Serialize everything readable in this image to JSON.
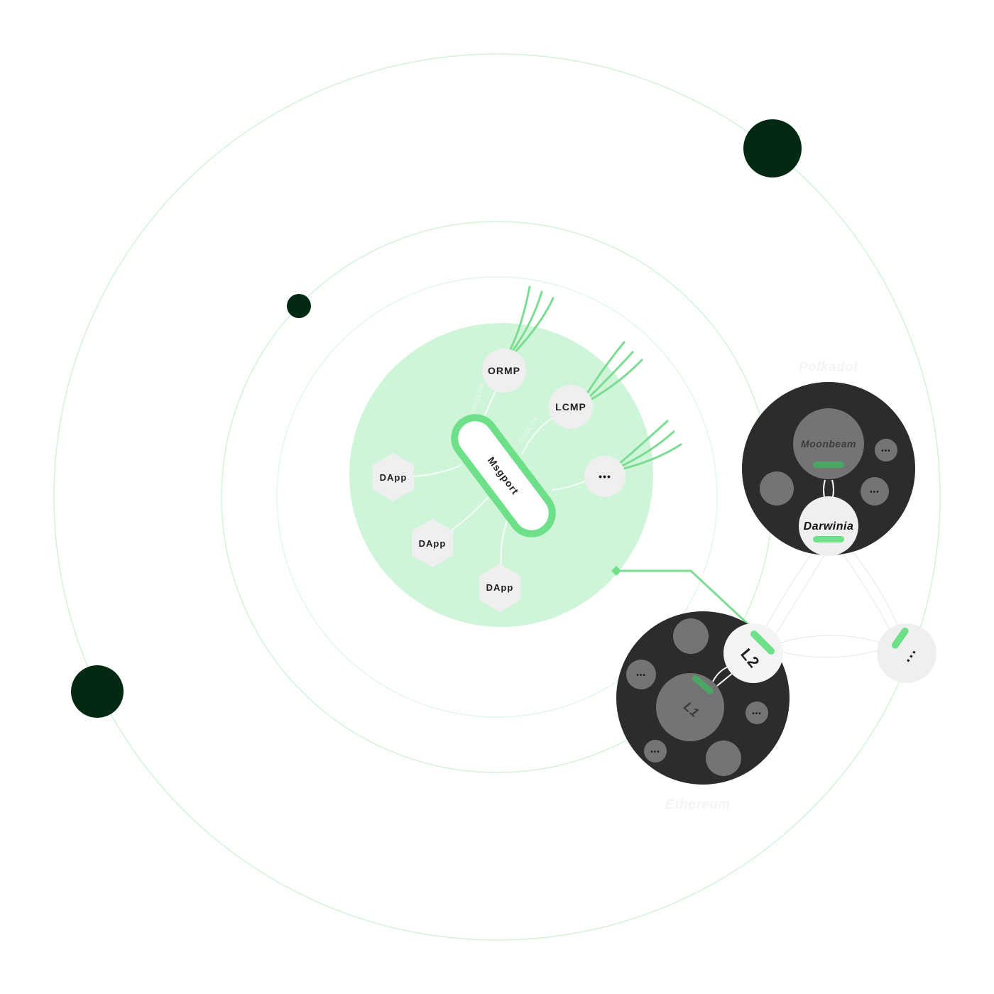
{
  "hub": {
    "core_label": "Msgport",
    "protocols": [
      "ORMP",
      "LCMP",
      "•••"
    ],
    "line_labels": [
      "ormpLine",
      "lcmpLine"
    ],
    "dapps": [
      "DApp",
      "DApp",
      "DApp"
    ]
  },
  "polkadot": {
    "title": "Polkadot",
    "main_chain": "Moonbeam",
    "relay_chain": "Darwinia",
    "more": "•••"
  },
  "ethereum": {
    "title": "Ethereum",
    "l1": "L1",
    "l2": "L2",
    "more": "•••"
  },
  "more_network": {
    "label": "..."
  },
  "colors": {
    "accent": "#6ee08a",
    "accent_soft": "#cff5d8",
    "orbit": "#c9f0d2",
    "planet": "#022a12",
    "cluster_bg": "#2c2c2c",
    "node_gray": "#747474",
    "node_light": "#efeff0"
  }
}
